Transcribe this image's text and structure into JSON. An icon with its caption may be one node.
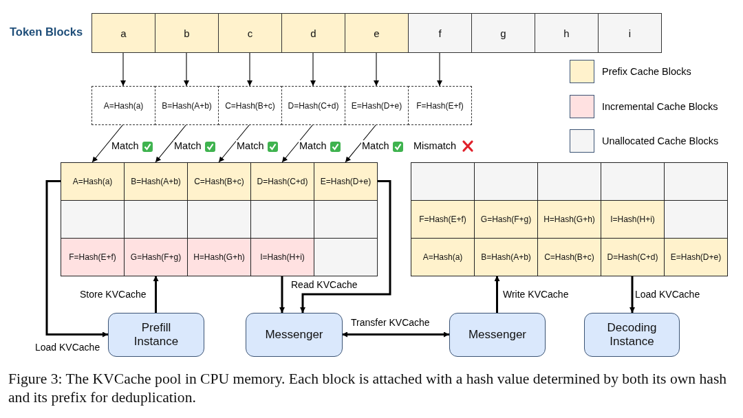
{
  "diagram": {
    "caption": "Figure 3: The KVCache pool in CPU memory. Each block is attached with a hash value determined by both its own hash and its prefix for deduplication.",
    "nodes": [
      {
        "text": [
          "a"
        ]
      },
      {
        "text": [
          "b"
        ]
      },
      {
        "text": [
          "c"
        ]
      },
      {
        "text": [
          "d"
        ]
      },
      {
        "text": [
          "e"
        ]
      },
      {
        "text": [
          "f"
        ]
      },
      {
        "text": [
          "g"
        ]
      },
      {
        "text": [
          "h"
        ]
      },
      {
        "text": [
          "i"
        ]
      },
      {
        "text": [
          "A=Hash(a)"
        ]
      },
      {
        "text": [
          "B=Hash(A+b)"
        ]
      },
      {
        "text": [
          "C=Hash(B+c)"
        ]
      },
      {
        "text": [
          "D=Hash(C+d)"
        ]
      },
      {
        "text": [
          "E=Hash(D+e)"
        ]
      },
      {
        "text": [
          "F=Hash(E+f)"
        ]
      },
      {
        "text": [
          "A=Hash(a)"
        ]
      },
      {
        "text": [
          "B=Hash(A+b)"
        ]
      },
      {
        "text": [
          "C=Hash(B+c)"
        ]
      },
      {
        "text": [
          "D=Hash(C+d)"
        ]
      },
      {
        "text": [
          "E=Hash(D+e)"
        ]
      },
      {
        "text": [],
        "shape": "box"
      },
      {
        "text": [],
        "shape": "box"
      },
      {
        "text": [],
        "shape": "box"
      },
      {
        "text": [],
        "shape": "box"
      },
      {
        "text": [],
        "shape": "box"
      },
      {
        "text": [
          "F=Hash(E+f)"
        ]
      },
      {
        "text": [
          "G=Hash(F+g)"
        ]
      },
      {
        "text": [
          "H=Hash(G+h)"
        ]
      },
      {
        "text": [
          "I=Hash(H+i)"
        ]
      },
      {
        "text": [],
        "shape": "box"
      },
      {
        "text": [],
        "shape": "box"
      },
      {
        "text": [],
        "shape": "box"
      },
      {
        "text": [],
        "shape": "box"
      },
      {
        "text": [],
        "shape": "box"
      },
      {
        "text": [],
        "shape": "box"
      },
      {
        "text": [
          "F=Hash(E+f)"
        ]
      },
      {
        "text": [
          "G=Hash(F+g)"
        ]
      },
      {
        "text": [
          "H=Hash(G+h)"
        ]
      },
      {
        "text": [
          "I=Hash(H+i)"
        ]
      },
      {
        "text": [],
        "shape": "box"
      },
      {
        "text": [
          "A=Hash(a)"
        ]
      },
      {
        "text": [
          "B=Hash(A+b)"
        ]
      },
      {
        "text": [
          "C=Hash(B+c)"
        ]
      },
      {
        "text": [
          "D=Hash(C+d)"
        ]
      },
      {
        "text": [
          "E=Hash(D+e)"
        ]
      },
      {
        "text": [
          "Prefill Instance"
        ]
      },
      {
        "text": [
          "Messenger"
        ]
      },
      {
        "text": [
          "Messenger"
        ]
      },
      {
        "text": [
          "Decoding Instance"
        ]
      }
    ],
    "edges": [
      {
        "from": 0,
        "to": 9,
        "arrow": "to"
      },
      {
        "from": 1,
        "to": 10,
        "arrow": "to"
      },
      {
        "from": 2,
        "to": 11,
        "arrow": "to"
      },
      {
        "from": 3,
        "to": 12,
        "arrow": "to"
      },
      {
        "from": 4,
        "to": 13,
        "arrow": "to"
      },
      {
        "from": 5,
        "to": 14,
        "arrow": "to"
      },
      {
        "from": 9,
        "to": 15,
        "arrow": "to",
        "label": "Match"
      },
      {
        "from": 10,
        "to": 16,
        "arrow": "to",
        "label": "Match"
      },
      {
        "from": 11,
        "to": 17,
        "arrow": "to",
        "label": "Match"
      },
      {
        "from": 12,
        "to": 18,
        "arrow": "to",
        "label": "Match"
      },
      {
        "from": 13,
        "to": 19,
        "arrow": "to",
        "label": "Match"
      },
      {
        "from": 15,
        "to": 45,
        "arrow": "to",
        "label": "Load KVCache",
        "style": "thick"
      },
      {
        "from": 45,
        "to": 26,
        "arrow": "to",
        "label": "Store KVCache",
        "style": "thick"
      },
      {
        "from": 28,
        "to": 46,
        "arrow": "to",
        "label": "Read KVCache",
        "style": "thick"
      },
      {
        "from": 19,
        "to": 46,
        "arrow": "to",
        "style": "thick"
      },
      {
        "from": 46,
        "to": 47,
        "arrow": "both",
        "label": "Transfer KVCache",
        "style": "thick"
      },
      {
        "from": 47,
        "to": 41,
        "arrow": "to",
        "label": "Write KVCache",
        "style": "thick"
      },
      {
        "from": 43,
        "to": 48,
        "arrow": "to",
        "label": "Load KVCache",
        "style": "thick"
      }
    ],
    "labels": [
      "Token Blocks",
      "Mismatch"
    ],
    "legend": [
      {
        "text": "Prefix Cache Blocks",
        "color": "#fff2cc"
      },
      {
        "text": "Incremental Cache Blocks",
        "color": "#ffe1e1"
      },
      {
        "text": "Unallocated Cache Blocks",
        "color": "#f5f5f5"
      }
    ]
  }
}
